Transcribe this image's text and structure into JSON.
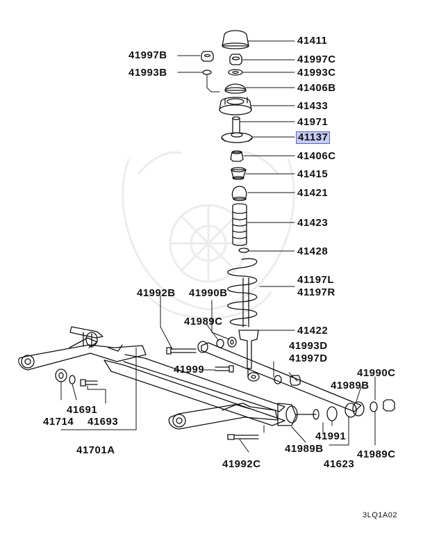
{
  "diagram": {
    "labels": [
      {
        "id": "41411",
        "text": "41411"
      },
      {
        "id": "41997B",
        "text": "41997B"
      },
      {
        "id": "41997C",
        "text": "41997C"
      },
      {
        "id": "41993B",
        "text": "41993B"
      },
      {
        "id": "41993C",
        "text": "41993C"
      },
      {
        "id": "41406B",
        "text": "41406B"
      },
      {
        "id": "41433",
        "text": "41433"
      },
      {
        "id": "41971",
        "text": "41971"
      },
      {
        "id": "41137",
        "text": "41137",
        "highlighted": true
      },
      {
        "id": "41406C",
        "text": "41406C"
      },
      {
        "id": "41415",
        "text": "41415"
      },
      {
        "id": "41421",
        "text": "41421"
      },
      {
        "id": "41423",
        "text": "41423"
      },
      {
        "id": "41428",
        "text": "41428"
      },
      {
        "id": "41197L",
        "text": "41197L"
      },
      {
        "id": "41197R",
        "text": "41197R"
      },
      {
        "id": "41992B",
        "text": "41992B"
      },
      {
        "id": "41990B",
        "text": "41990B"
      },
      {
        "id": "41989C_top",
        "text": "41989C"
      },
      {
        "id": "41422",
        "text": "41422"
      },
      {
        "id": "41993D",
        "text": "41993D"
      },
      {
        "id": "41997D",
        "text": "41997D"
      },
      {
        "id": "41999",
        "text": "41999"
      },
      {
        "id": "41990C",
        "text": "41990C"
      },
      {
        "id": "41989B_right",
        "text": "41989B"
      },
      {
        "id": "41691",
        "text": "41691"
      },
      {
        "id": "41714",
        "text": "41714"
      },
      {
        "id": "41693",
        "text": "41693"
      },
      {
        "id": "41991",
        "text": "41991"
      },
      {
        "id": "41989B_bottom",
        "text": "41989B"
      },
      {
        "id": "41989C_bottom",
        "text": "41989C"
      },
      {
        "id": "41701A",
        "text": "41701A"
      },
      {
        "id": "41992C",
        "text": "41992C"
      },
      {
        "id": "41623",
        "text": "41623"
      }
    ],
    "figure_code": "3LQ1A02",
    "highlight_color": "#c7ccf4",
    "line_color": "#111111"
  }
}
